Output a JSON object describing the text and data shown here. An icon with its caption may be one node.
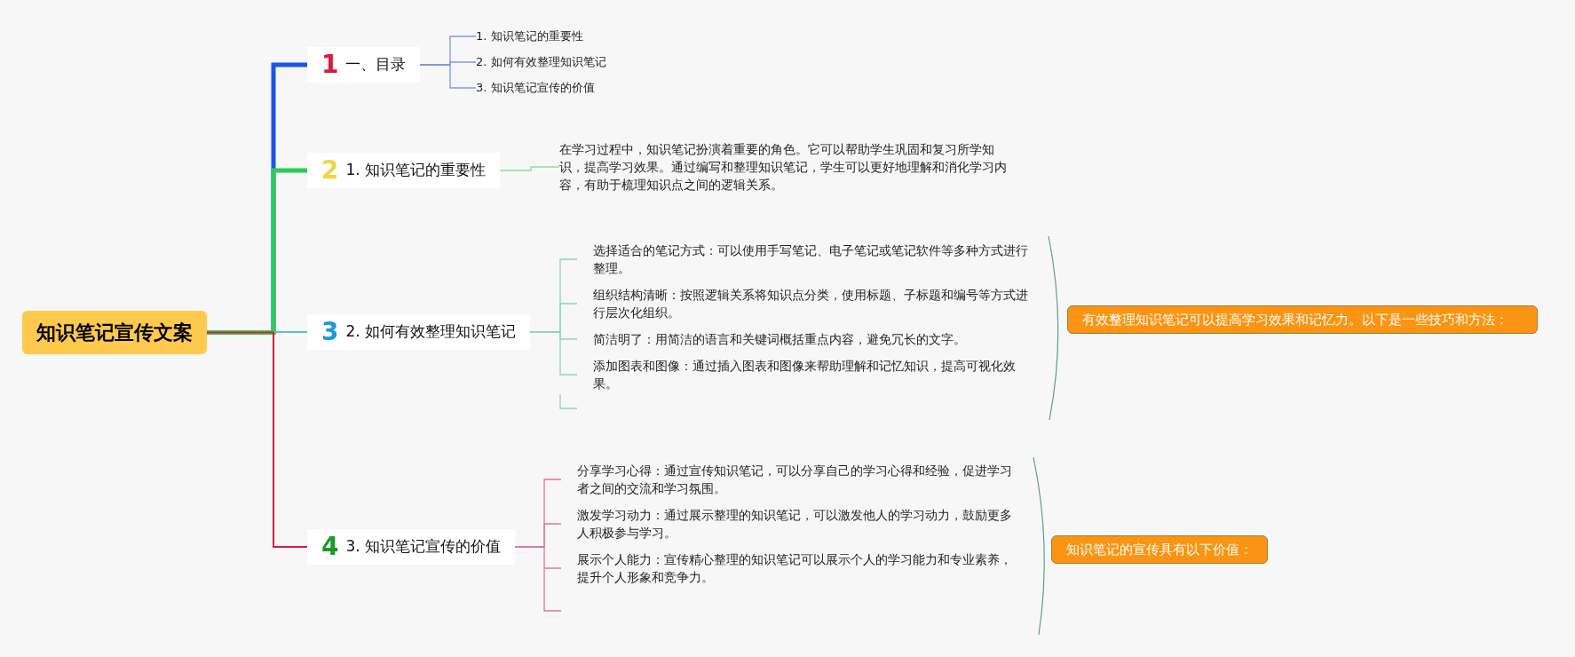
{
  "diagram": {
    "nodes": [
      {
        "text": [
          "知识笔记宣传文案"
        ]
      },
      {
        "text": [
          "1",
          "一、目录"
        ]
      },
      {
        "text": [
          "1. 知识笔记的重要性"
        ]
      },
      {
        "text": [
          "2. 如何有效整理知识笔记"
        ]
      },
      {
        "text": [
          "3. 知识笔记宣传的价值"
        ]
      },
      {
        "text": [
          "2",
          "1. 知识笔记的重要性"
        ]
      },
      {
        "text": [
          "在学习过程中，知识笔记扮演着重要的角色。它可以帮助学生巩固和复习所学知识，提高学习效果。通过编写和整理知识笔记，学生可以更好地理解和消化学习内容，有助于梳理知识点之间的逻辑关系。"
        ]
      },
      {
        "text": [
          "3",
          "2. 如何有效整理知识笔记"
        ]
      },
      {
        "text": [
          "选择适合的笔记方式：可以使用手写笔记、电子笔记或笔记软件等多种方式进行整理。"
        ]
      },
      {
        "text": [
          "组织结构清晰：按照逻辑关系将知识点分类，使用标题、子标题和编号等方式进行层次化组织。"
        ]
      },
      {
        "text": [
          "简洁明了：用简洁的语言和关键词概括重点内容，避免冗长的文字。"
        ]
      },
      {
        "text": [
          "添加图表和图像：通过插入图表和图像来帮助理解和记忆知识，提高可视化效果。"
        ]
      },
      {
        "text": [
          "有效整理知识笔记可以提高学习效果和记忆力。以下是一些技巧和方法："
        ]
      },
      {
        "text": [
          "4",
          "3. 知识笔记宣传的价值"
        ]
      },
      {
        "text": [
          "分享学习心得：通过宣传知识笔记，可以分享自己的学习心得和经验，促进学习者之间的交流和学习氛围。"
        ]
      },
      {
        "text": [
          "激发学习动力：通过展示整理的知识笔记，可以激发他人的学习动力，鼓励更多人积极参与学习。"
        ]
      },
      {
        "text": [
          "展示个人能力：宣传精心整理的知识笔记可以展示个人的学习能力和专业素养，提升个人形象和竞争力。"
        ]
      },
      {
        "text": [
          "知识笔记的宣传具有以下价值："
        ]
      }
    ],
    "edges": [
      {
        "from": 0,
        "to": 1,
        "arrow": "none",
        "style": "thick",
        "color": "#1a56e8"
      },
      {
        "from": 0,
        "to": 5,
        "arrow": "none",
        "style": "thick",
        "color": "#2ecc55"
      },
      {
        "from": 0,
        "to": 7,
        "arrow": "none",
        "color": "#5cc4b0"
      },
      {
        "from": 0,
        "to": 13,
        "arrow": "none",
        "color": "#d81b3c"
      },
      {
        "from": 1,
        "to": 2,
        "arrow": "none",
        "color": "#7b9ae6"
      },
      {
        "from": 1,
        "to": 3,
        "arrow": "none",
        "color": "#7b9ae6"
      },
      {
        "from": 1,
        "to": 4,
        "arrow": "none",
        "color": "#7b9ae6"
      },
      {
        "from": 5,
        "to": 6,
        "arrow": "none",
        "color": "#90dca0"
      },
      {
        "from": 7,
        "to": 8,
        "arrow": "none",
        "color": "#8fd4c4"
      },
      {
        "from": 7,
        "to": 9,
        "arrow": "none",
        "color": "#8fd4c4"
      },
      {
        "from": 7,
        "to": 10,
        "arrow": "none",
        "color": "#8fd4c4"
      },
      {
        "from": 7,
        "to": 11,
        "arrow": "none",
        "color": "#8fd4c4"
      },
      {
        "from": 13,
        "to": 14,
        "arrow": "none",
        "color": "#e07890"
      },
      {
        "from": 13,
        "to": 15,
        "arrow": "none",
        "color": "#e07890"
      },
      {
        "from": 13,
        "to": 16,
        "arrow": "none",
        "color": "#e07890"
      }
    ]
  }
}
